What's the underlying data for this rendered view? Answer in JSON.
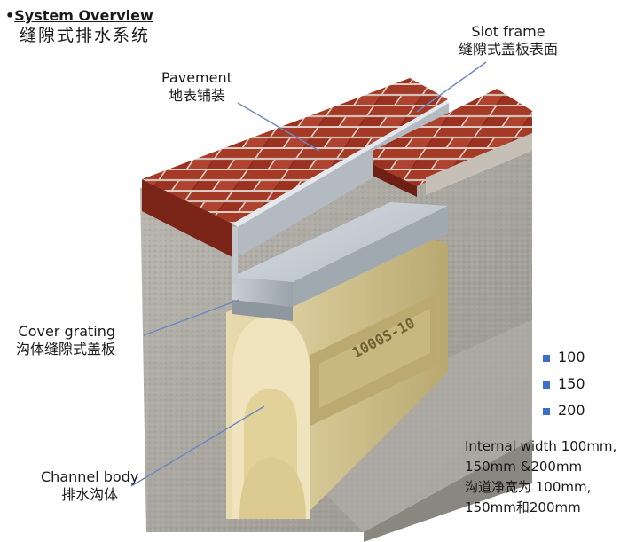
{
  "title": {
    "en": "System Overview",
    "bullet": "•",
    "cn": "缝隙式排水系统"
  },
  "labels": {
    "slot_frame": {
      "en": "Slot frame",
      "cn": "缝隙式盖板表面"
    },
    "pavement": {
      "en": "Pavement",
      "cn": "地表铺装"
    },
    "cover_grating": {
      "en": "Cover grating",
      "cn": "沟体缝隙式盖板"
    },
    "channel_body": {
      "en": "Channel body",
      "cn": "排水沟体"
    }
  },
  "channel_marking": "1000S-10",
  "legend": [
    "100",
    "150",
    "200"
  ],
  "note": [
    "Internal width 100mm,",
    "150mm &200mm",
    "沟道净宽为 100mm,",
    "150mm和200mm"
  ],
  "colors": {
    "legend_marker": "#3d6ec8",
    "leader_line": "#6b87c4",
    "brick": "#8e2a1c",
    "mortar": "#d8cfc6",
    "steel": "#b9c1c9",
    "channel": "#cdbd86",
    "concrete": "#a9a7a2"
  }
}
